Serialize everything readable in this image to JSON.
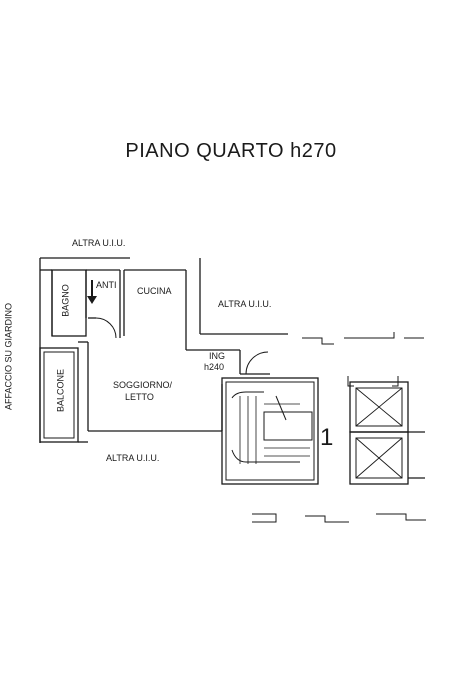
{
  "title": "PIANO QUARTO h270",
  "labels": {
    "altra_top": "ALTRA U.I.U.",
    "altra_mid": "ALTRA U.I.U.",
    "altra_bottom": "ALTRA U.I.U.",
    "affaccio": "AFFACCIO SU GIARDINO",
    "bagno": "BAGNO",
    "anti": "ANTI",
    "cucina": "CUCINA",
    "balcone": "BALCONE",
    "soggiorno_line1": "SOGGIORNO/",
    "soggiorno_line2": "LETTO",
    "ing_line1": "ING",
    "ing_line2": "h240",
    "stair_number": "1"
  }
}
